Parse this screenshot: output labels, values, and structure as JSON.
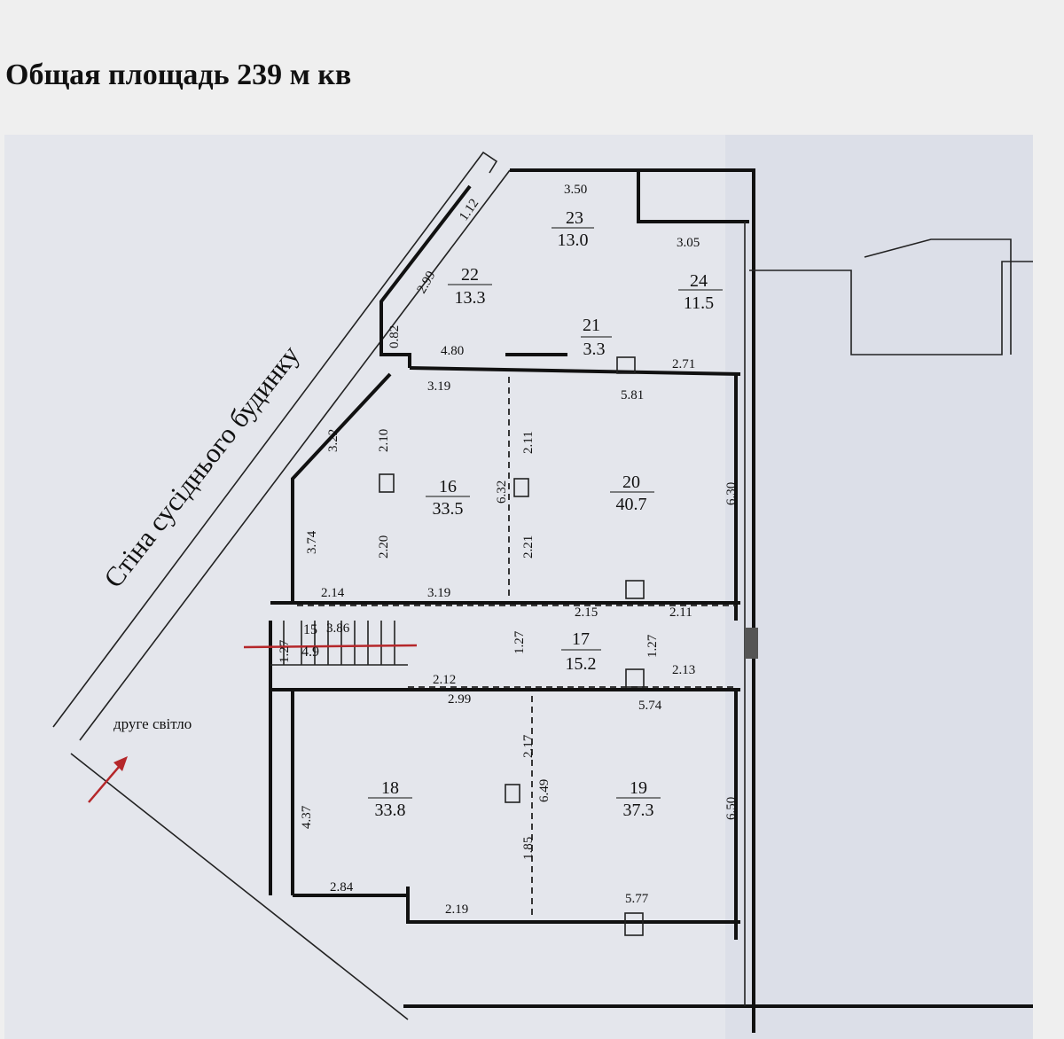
{
  "title": "Общая площадь 239 м кв",
  "wall_label": "Стіна сусіднього будинку",
  "second_light": "друге світло",
  "colors": {
    "arrow": "#b5272a",
    "plan_bg": "#e4e6ec"
  },
  "rooms": [
    {
      "num": "23",
      "area": "13.0"
    },
    {
      "num": "22",
      "area": "13.3"
    },
    {
      "num": "24",
      "area": "11.5"
    },
    {
      "num": "21",
      "area": "3.3"
    },
    {
      "num": "16",
      "area": "33.5"
    },
    {
      "num": "20",
      "area": "40.7"
    },
    {
      "num": "17",
      "area": "15.2"
    },
    {
      "num": "15",
      "area": "4.9"
    },
    {
      "num": "18",
      "area": "33.8"
    },
    {
      "num": "19",
      "area": "37.3"
    }
  ],
  "dims": [
    "3.50",
    "1.12",
    "3.05",
    "2.99",
    "0.82",
    "4.80",
    "2.71",
    "3.19",
    "5.81",
    "3.22",
    "2.10",
    "2.11",
    "6.32",
    "6.30",
    "3.74",
    "2.20",
    "2.21",
    "2.14",
    "3.19",
    "2.15",
    "2.11",
    "1.27",
    "3.86",
    "1.27",
    "1.27",
    "2.13",
    "2.12",
    "2.99",
    "5.74",
    "2.17",
    "4.37",
    "6.49",
    "6.50",
    "1.85",
    "2.84",
    "2.19",
    "5.77"
  ]
}
